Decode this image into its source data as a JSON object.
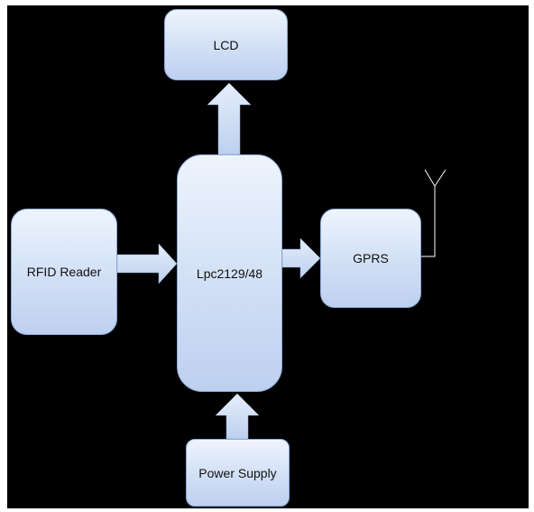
{
  "blocks": {
    "lcd": "LCD",
    "mcu": "Lpc2129/48",
    "rfid": "RFID Reader",
    "gprs": "GPRS",
    "power": "Power Supply"
  },
  "colors": {
    "background": "#000000",
    "block_fill_top": "#eef4fd",
    "block_fill_bottom": "#bdd0ef",
    "arrow_fill": "#c9daf3",
    "antenna": "#ffffff"
  },
  "connections": [
    {
      "from": "Lpc2129/48",
      "to": "LCD"
    },
    {
      "from": "RFID Reader",
      "to": "Lpc2129/48"
    },
    {
      "from": "Lpc2129/48",
      "to": "GPRS"
    },
    {
      "from": "Power Supply",
      "to": "Lpc2129/48"
    }
  ]
}
